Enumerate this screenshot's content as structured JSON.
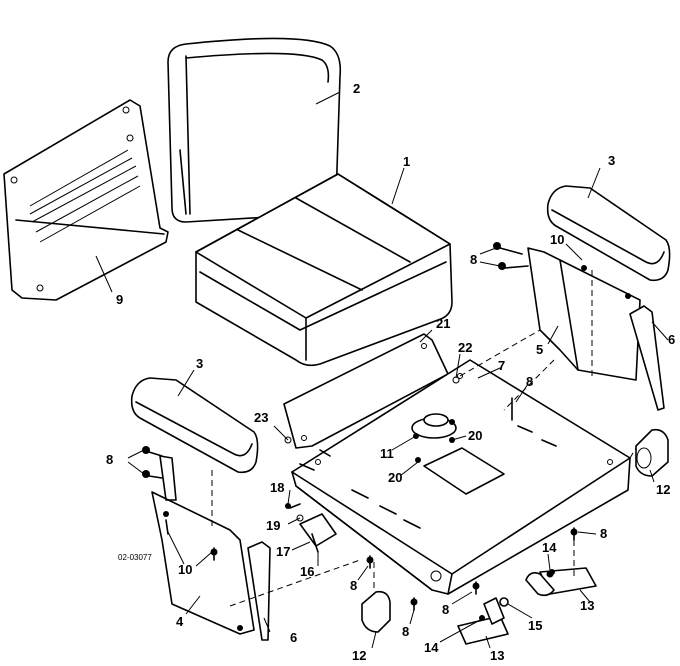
{
  "diagram_code": "02-03077",
  "callouts": {
    "c1": "1",
    "c2": "2",
    "c3a": "3",
    "c3b": "3",
    "c4": "4",
    "c5": "5",
    "c6a": "6",
    "c6b": "6",
    "c7": "7",
    "c8a": "8",
    "c8b": "8",
    "c8c": "8",
    "c8d": "8",
    "c8e": "8",
    "c8f": "8",
    "c8g": "8",
    "c9": "9",
    "c10a": "10",
    "c10b": "10",
    "c11": "11",
    "c12a": "12",
    "c12b": "12",
    "c13a": "13",
    "c13b": "13",
    "c14a": "14",
    "c14b": "14",
    "c15": "15",
    "c16": "16",
    "c17": "17",
    "c18": "18",
    "c19": "19",
    "c20a": "20",
    "c20b": "20",
    "c21": "21",
    "c22": "22",
    "c23": "23"
  }
}
